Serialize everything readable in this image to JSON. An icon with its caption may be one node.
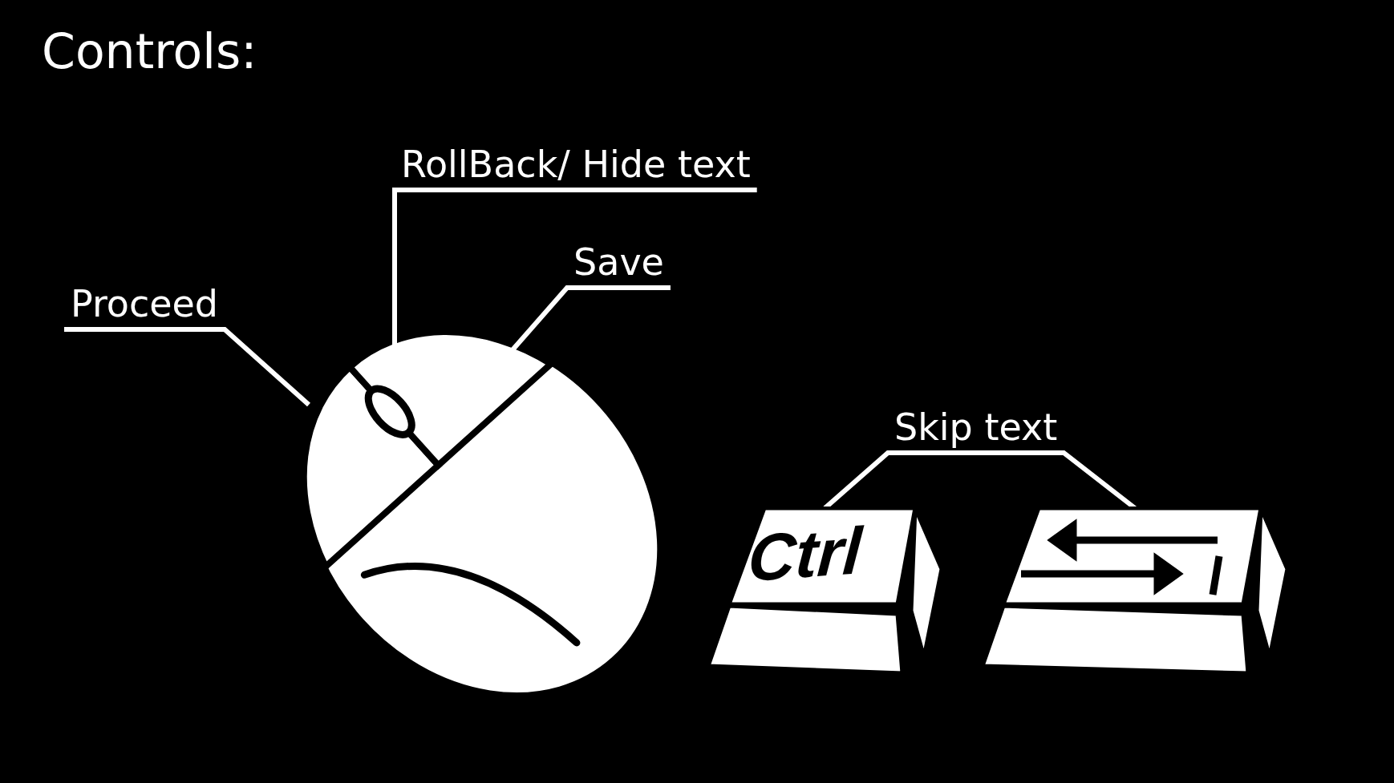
{
  "diagram": {
    "title": "Controls:",
    "nodes": [
      {
        "text": [
          "Proceed"
        ]
      },
      {
        "text": [
          "RollBack/ Hide text"
        ]
      },
      {
        "text": [
          "Save"
        ]
      },
      {
        "text": [
          "Skip text"
        ]
      },
      {
        "text": [],
        "shape": "picture"
      },
      {
        "text": [
          "Ctrl"
        ]
      },
      {
        "text": [],
        "shape": "picture"
      }
    ],
    "edges": [
      {
        "from": 0,
        "to": 4,
        "arrow": "none"
      },
      {
        "from": 1,
        "to": 4,
        "arrow": "none"
      },
      {
        "from": 2,
        "to": 4,
        "arrow": "none"
      },
      {
        "from": 3,
        "to": 5,
        "arrow": "none"
      },
      {
        "from": 3,
        "to": 6,
        "arrow": "none"
      }
    ]
  }
}
